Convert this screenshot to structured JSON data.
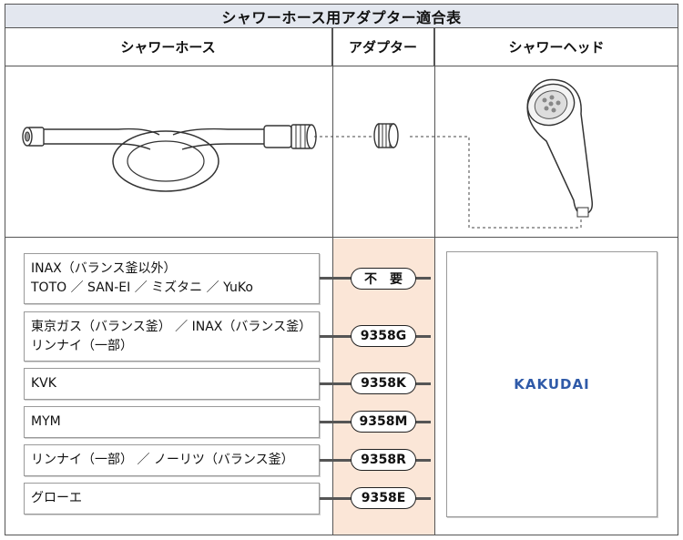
{
  "title": "シャワーホース用アダプター適合表",
  "headers": {
    "hose": "シャワーホース",
    "adapter": "アダプター",
    "head": "シャワーヘッド"
  },
  "rows": [
    {
      "lines": [
        "INAX（バランス釜以外）",
        "TOTO ／ SAN-EI ／ ミズタニ ／ YuKo"
      ],
      "adapter": "不　要"
    },
    {
      "lines": [
        "東京ガス（バランス釜） ／ INAX（バランス釜）",
        "リンナイ（一部）"
      ],
      "adapter": "9358G"
    },
    {
      "lines": [
        "KVK"
      ],
      "adapter": "9358K"
    },
    {
      "lines": [
        "MYM"
      ],
      "adapter": "9358M"
    },
    {
      "lines": [
        "リンナイ（一部） ／ ノーリツ（バランス釜）"
      ],
      "adapter": "9358R"
    },
    {
      "lines": [
        "グローエ"
      ],
      "adapter": "9358E"
    }
  ],
  "brand": "KAKUDAI",
  "colors": {
    "header_bg": "#e3e7ef",
    "adapter_column_bg": "#fbe6d7",
    "brand": "#2f5aa8"
  }
}
